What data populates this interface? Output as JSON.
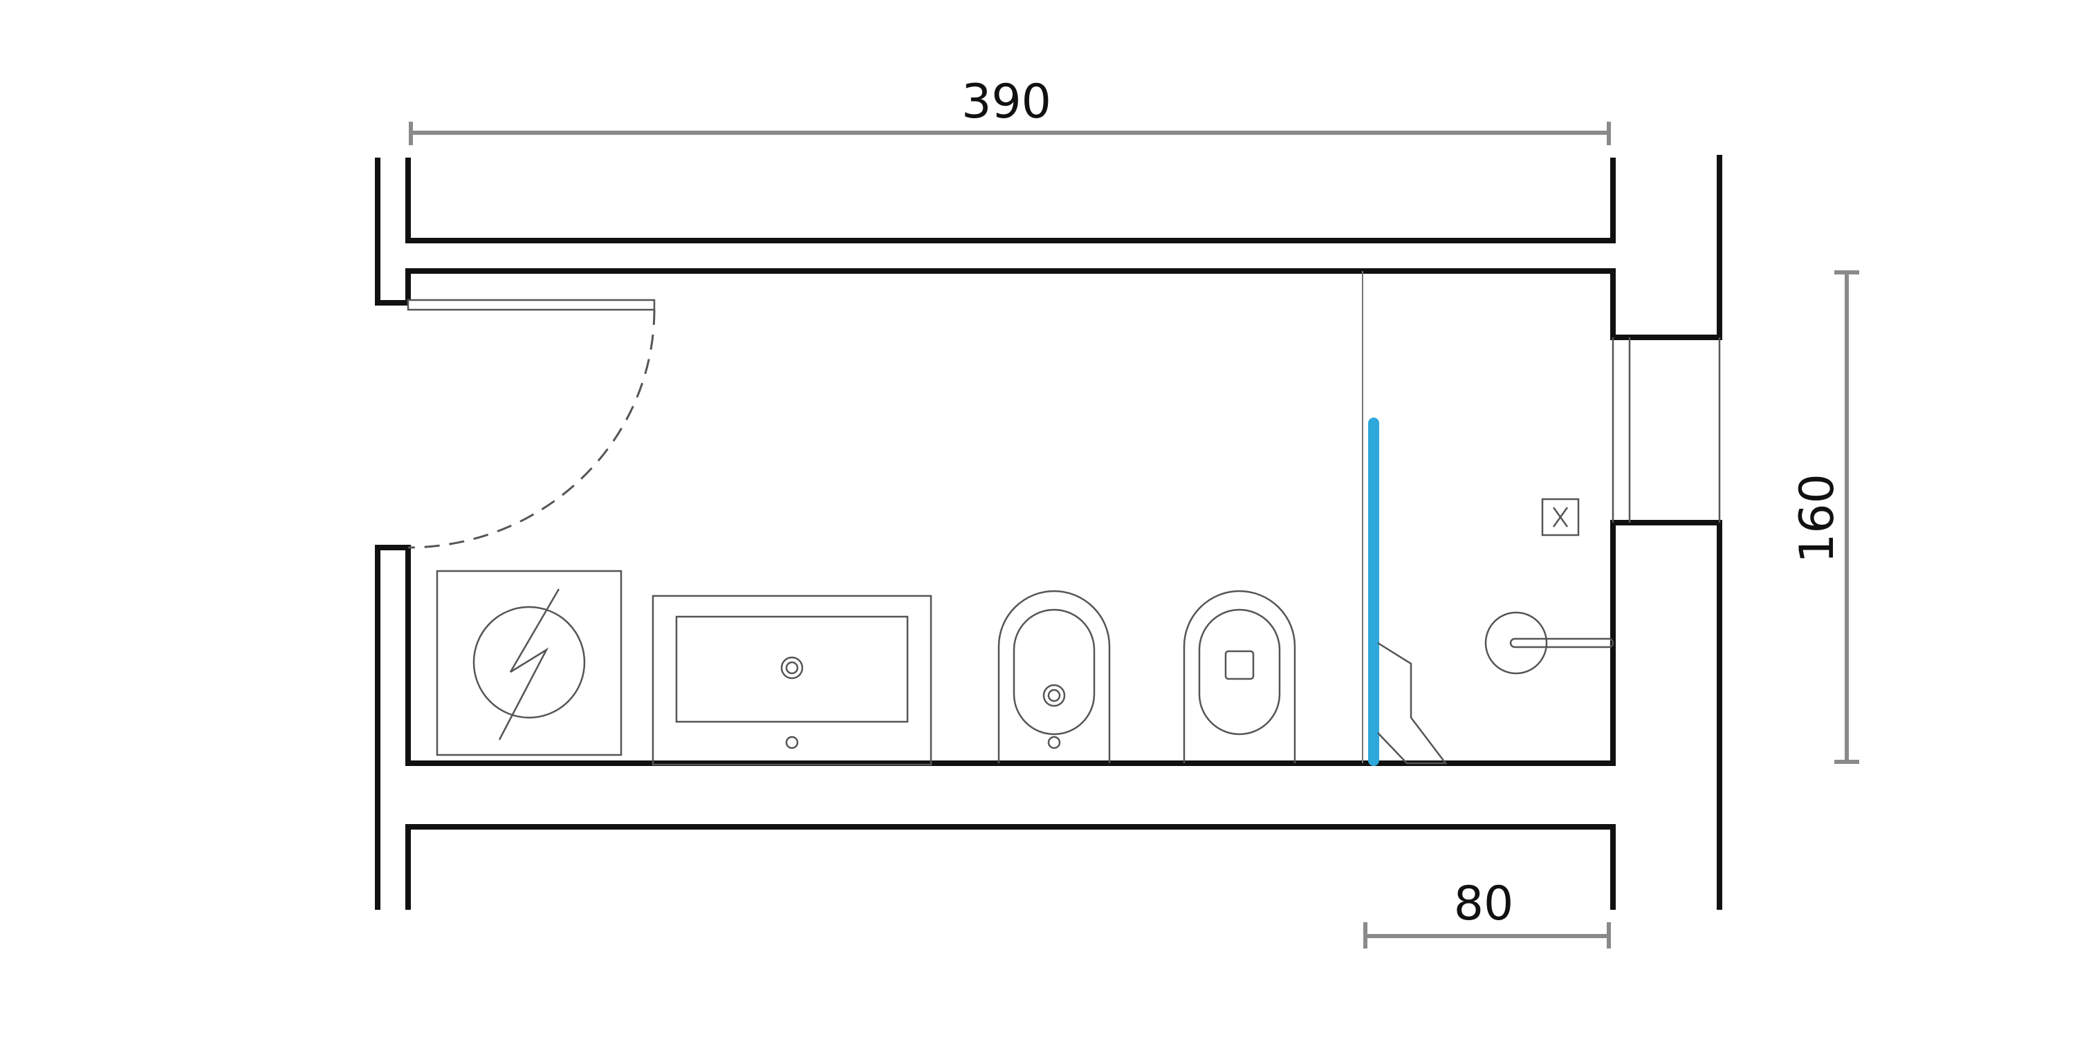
{
  "floor_plan": {
    "dimensions": {
      "length": "390",
      "shower_width": "80",
      "room_width": "160"
    },
    "fixtures": [
      {
        "name": "washing-machine",
        "icon": "washing-machine-icon"
      },
      {
        "name": "vanity-sink",
        "icon": "sink-icon"
      },
      {
        "name": "bidet",
        "icon": "bidet-icon"
      },
      {
        "name": "toilet",
        "icon": "toilet-icon"
      },
      {
        "name": "shower-drain",
        "icon": "drain-icon"
      },
      {
        "name": "shower-head",
        "icon": "shower-head-icon"
      }
    ],
    "colors": {
      "walls": "#111111",
      "fixtures": "#555555",
      "dimension_lines": "#8a8a8a",
      "shower_glass": "#2fa8dc"
    }
  }
}
